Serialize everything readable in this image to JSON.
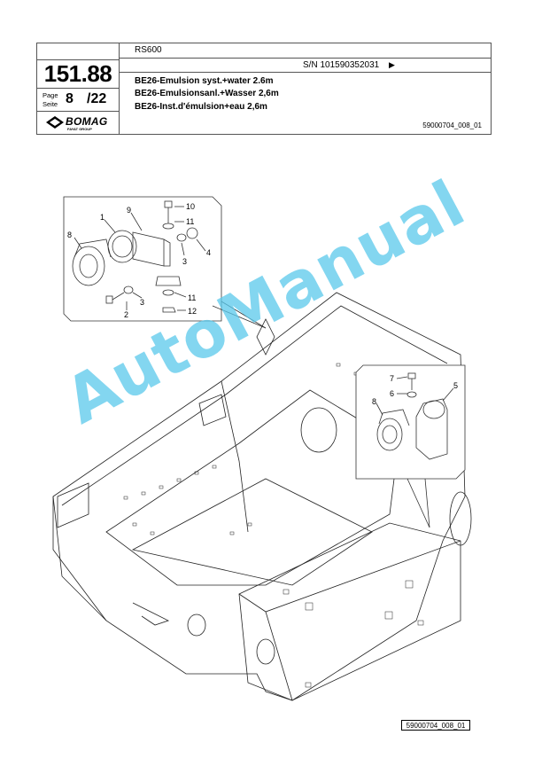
{
  "header": {
    "model": "RS600",
    "serial": "S/N 101590352031",
    "serial_arrow": "▶",
    "titles": [
      "BE26-Emulsion syst.+water 2.6m",
      "BE26-Emulsionsanl.+Wasser 2,6m",
      "BE26-Inst.d'émulsion+eau 2,6m"
    ],
    "doc_number": "59000704_008_01",
    "section_number": "151.88",
    "page_label": "Page\nSeite",
    "page_current": "8",
    "page_total": "/22",
    "logo_text": "BOMAG",
    "logo_sub": "FAYAT GROUP"
  },
  "callouts": {
    "top_left": [
      "10",
      "11",
      "9",
      "1",
      "8",
      "4",
      "3",
      "2",
      "3",
      "11",
      "12"
    ],
    "right": [
      "7",
      "6",
      "5",
      "8"
    ]
  },
  "watermark": "AutoManual",
  "footer": {
    "reference": "59000704_008_01"
  }
}
